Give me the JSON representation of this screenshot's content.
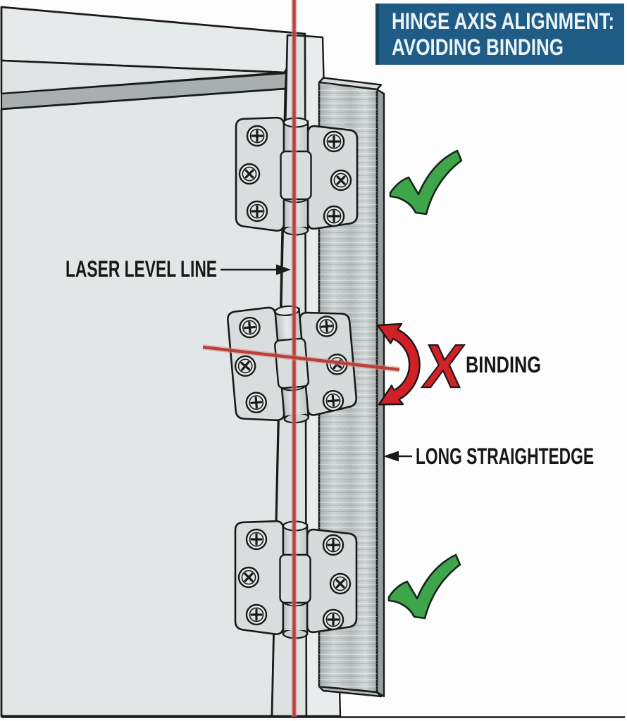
{
  "title_box": {
    "line1": "HINGE AXIS ALIGNMENT:",
    "line2": "AVOIDING BINDING"
  },
  "labels": {
    "laser_level_line": "LASER LEVEL LINE",
    "long_straightedge": "LONG STRAIGHTEDGE",
    "binding": "BINDING",
    "x_mark": "X"
  },
  "icons": {
    "top_result": "check-icon",
    "bottom_result": "check-icon",
    "binding_mark": "x-icon",
    "rocking_motion": "rotation-arrow-icon",
    "laser_label_pointer": "arrow-right-icon",
    "straightedge_label_pointer": "arrow-left-icon"
  },
  "colors": {
    "title_bg": "#1f5c85",
    "title_border": "#16405d",
    "title_text": "#eaf4fa",
    "label_text": "#171717",
    "check_green": "#3fa54b",
    "cross_red": "#d32127",
    "arrow_red": "#d22027",
    "laser_red": "#b84038",
    "laser_halo": "#d98f8c",
    "door_gray": "#e3e6e6",
    "edge_gray": "#dde1e1",
    "jamb_gray": "#e9eCec",
    "shadow_gray": "#a9aeae",
    "metal_gray": "#c0c5c5",
    "hinge_gray": "#dadddd",
    "outline": "#1a1a1a"
  }
}
